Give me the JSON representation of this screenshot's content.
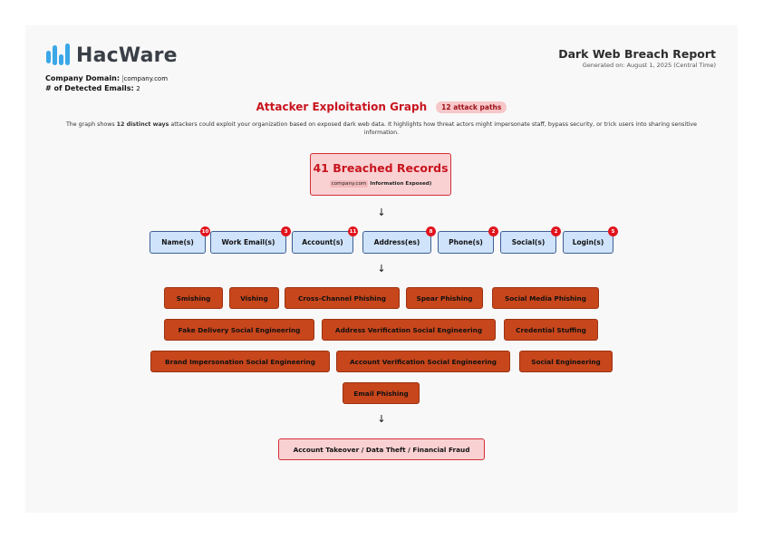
{
  "brand": {
    "name": "HacWare",
    "color": "#3aa7e8"
  },
  "company": {
    "domain_label": "Company Domain:",
    "domain_value": "company.com",
    "emails_label": "# of Detected Emails:",
    "emails_value": "2"
  },
  "report": {
    "title": "Dark Web Breach Report",
    "generated": "Generated on: August 1, 2025 (Central Time)"
  },
  "graph": {
    "title": "Attacker Exploitation Graph",
    "paths_badge": "12 attack paths",
    "desc_pre": "The graph shows ",
    "desc_bold": "12 distinct ways",
    "desc_post": " attackers could exploit your organization based on exposed dark web data. It highlights how threat actors might impersonate staff, bypass security, or trick users into sharing sensitive information."
  },
  "records": {
    "title": "41 Breached Records",
    "domain": "company.com",
    "suffix": " Information Exposed)"
  },
  "arrow_symbol": "↓",
  "categories": [
    {
      "label": "Name(s)",
      "count": "10"
    },
    {
      "label": "Work Email(s)",
      "count": "3"
    },
    {
      "label": "Account(s)",
      "count": "11"
    },
    {
      "label": "Address(es)",
      "count": "8"
    },
    {
      "label": "Phone(s)",
      "count": "2"
    },
    {
      "label": "Social(s)",
      "count": "2"
    },
    {
      "label": "Login(s)",
      "count": "5"
    }
  ],
  "methods": [
    "Smishing",
    "Vishing",
    "Cross-Channel Phishing",
    "Spear Phishing",
    "Social Media Phishing",
    "Fake Delivery Social Engineering",
    "Address Verification Social Engineering",
    "Credential Stuffing",
    "Brand Impersonation Social Engineering",
    "Account Verification Social Engineering",
    "Social Engineering",
    "Email Phishing"
  ],
  "outcome": "Account Takeover / Data Theft / Financial Fraud"
}
